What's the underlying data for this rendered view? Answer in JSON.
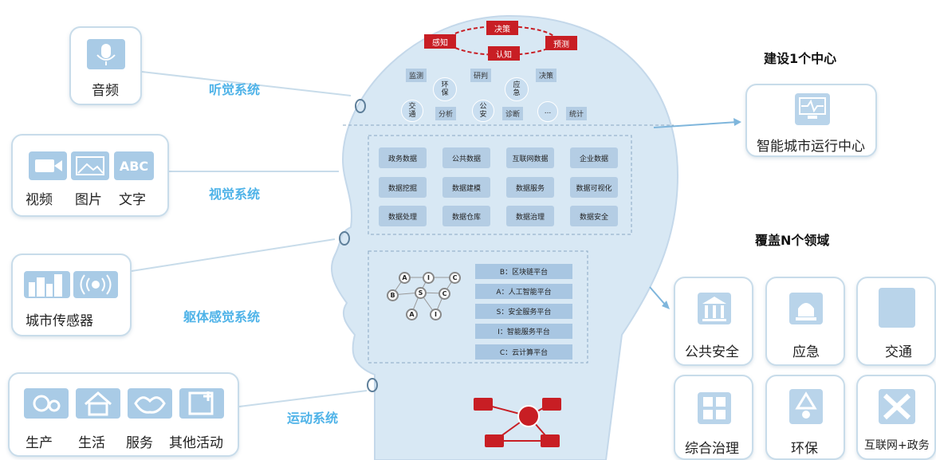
{
  "left": {
    "audio": {
      "label": "音频",
      "system": "听觉系统"
    },
    "vision": {
      "labels": [
        "视频",
        "图片",
        "文字"
      ],
      "abc": "ABC",
      "system": "视觉系统"
    },
    "body": {
      "label": "城市传感器",
      "system": "躯体感觉系统"
    },
    "motion": {
      "labels": [
        "生产",
        "生活",
        "服务",
        "其他活动"
      ],
      "system": "运动系统"
    }
  },
  "brain": {
    "top": {
      "decision": "决策",
      "perceive": "感知",
      "predict": "预测",
      "cognize": "认知"
    },
    "functions": [
      "监测",
      "环保",
      "研判",
      "应急",
      "决策",
      "交通",
      "分析",
      "公安",
      "诊断",
      "...",
      "统计"
    ],
    "data_grid": [
      "政务数据",
      "公共数据",
      "互联网数据",
      "企业数据",
      "数据挖掘",
      "数据建模",
      "数据服务",
      "数据可视化",
      "数据处理",
      "数据仓库",
      "数据治理",
      "数据安全"
    ],
    "nodes": [
      "A",
      "I",
      "C",
      "B",
      "S",
      "C",
      "A",
      "I"
    ],
    "platforms": [
      "B：区块链平台",
      "A：人工智能平台",
      "S：安全服务平台",
      "I：智能服务平台",
      "C：云计算平台"
    ]
  },
  "right": {
    "center_title": "建设1个中心",
    "center_label": "智能城市运行中心",
    "domains_title": "覆盖N个领域",
    "domains": [
      "公共安全",
      "应急",
      "交通",
      "综合治理",
      "环保",
      "互联网+政务"
    ]
  },
  "colors": {
    "accent": "#4fb3e8",
    "head": "#d8e8f4",
    "red": "#c81e24",
    "box": "#b4cde4"
  }
}
